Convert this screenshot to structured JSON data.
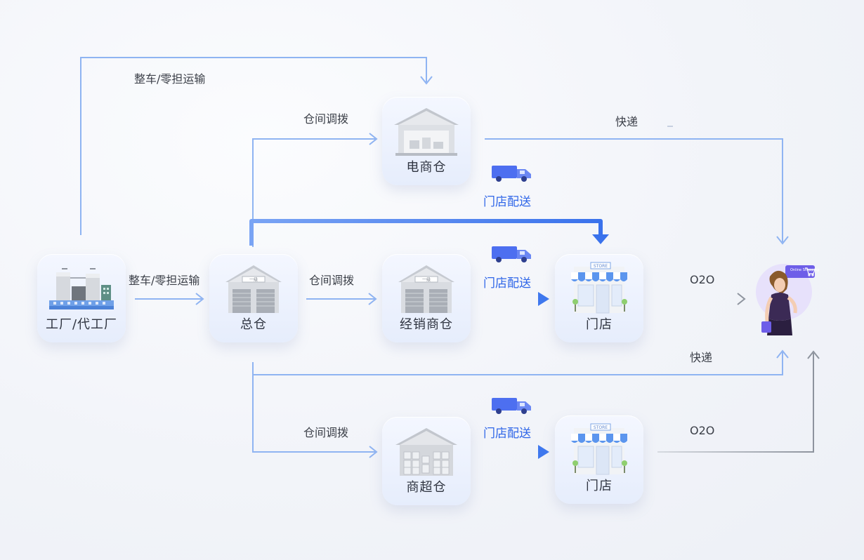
{
  "nodes": {
    "factory": "工厂/代工厂",
    "main_warehouse": "总仓",
    "ecommerce_warehouse": "电商仓",
    "dealer_warehouse": "经销商仓",
    "supermarket_warehouse": "商超仓",
    "store_mid": "门店",
    "store_bottom": "门店"
  },
  "edge_labels": {
    "top_transport": "整车/零担运输",
    "factory_to_main": "整车/零担运输",
    "to_ecommerce": "仓间调拨",
    "to_dealer": "仓间调拨",
    "to_supermarket": "仓间调拨",
    "ecommerce_express": "快递",
    "store_delivery_top": "门店配送",
    "store_delivery_mid": "门店配送",
    "store_delivery_bottom": "门店配送",
    "o2o_mid": "O2O",
    "o2o_bottom": "O2O",
    "express_bottom": "快递"
  },
  "store_sign": "STORE",
  "warehouse_sign": "一级",
  "customer_badge": "Online Shopping",
  "colors": {
    "line_light": "#8fb4f2",
    "line_strong": "#3f78ee",
    "line_gray": "#9aa0aa",
    "text_blue": "#2f66e8",
    "truck": "#4d6ff0"
  }
}
